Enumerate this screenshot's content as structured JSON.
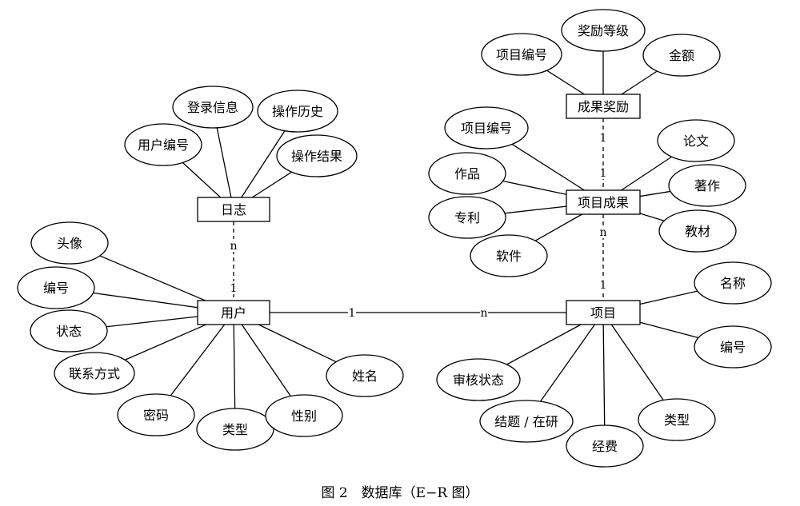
{
  "entities": {
    "log": {
      "label": "日志",
      "attributes": [
        "用户编号",
        "登录信息",
        "操作历史",
        "操作结果"
      ]
    },
    "user": {
      "label": "用户",
      "attributes": [
        "头像",
        "编号",
        "状态",
        "联系方式",
        "密码",
        "类型",
        "性别",
        "姓名"
      ]
    },
    "award": {
      "label": "成果奖励",
      "attributes": [
        "项目编号",
        "奖励等级",
        "金额"
      ]
    },
    "result": {
      "label": "项目成果",
      "attributes": [
        "项目编号",
        "作品",
        "专利",
        "软件",
        "论文",
        "著作",
        "教材"
      ]
    },
    "project": {
      "label": "项目",
      "attributes": [
        "名称",
        "编号",
        "审核状态",
        "结题 / 在研",
        "经费",
        "类型"
      ]
    }
  },
  "relationships": [
    {
      "from": "log",
      "to": "user",
      "from_card": "n",
      "to_card": "1",
      "style": "dashed"
    },
    {
      "from": "user",
      "to": "project",
      "from_card": "1",
      "to_card": "n",
      "style": "solid"
    },
    {
      "from": "award",
      "to": "result",
      "from_card": "1",
      "to_card": "1",
      "style": "dashed"
    },
    {
      "from": "result",
      "to": "project",
      "from_card": "n",
      "to_card": "1",
      "style": "dashed"
    }
  ],
  "caption": "图 2　数据库（E−R 图）"
}
